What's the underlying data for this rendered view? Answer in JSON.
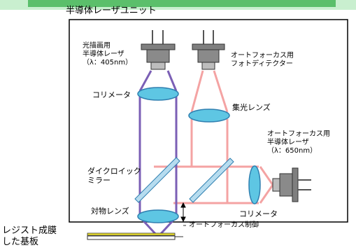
{
  "header": {
    "unit_title": "半導体レーザユニット"
  },
  "labels": {
    "drawing_laser": "光描画用\n半導体レーザ\n（λ：405nm）",
    "af_detector": "オートフォーカス用\nフォトディテクター",
    "collimator_top": "コリメータ",
    "condenser_lens": "集光レンズ",
    "af_laser": "オートフォーカス用\n半導体レーザ\n（λ：650nm）",
    "dichroic_mirror": "ダイクロイック\nミラー",
    "objective_lens": "対物レンズ",
    "collimator_right": "コリメータ",
    "af_control": "オートフォーカス制御",
    "substrate": "レジスト成膜\nした基板"
  },
  "colors": {
    "violet_beam": "#7b5fb5",
    "red_beam": "#f4a3a3",
    "lens_fill": "#5ec6e3",
    "lens_stroke": "#2f7fb0",
    "mirror_fill": "#b6dcef",
    "laser_body": "#7f7f7f",
    "substrate_yellow": "#f6ea2a",
    "band_green": "#5bbf6b"
  }
}
